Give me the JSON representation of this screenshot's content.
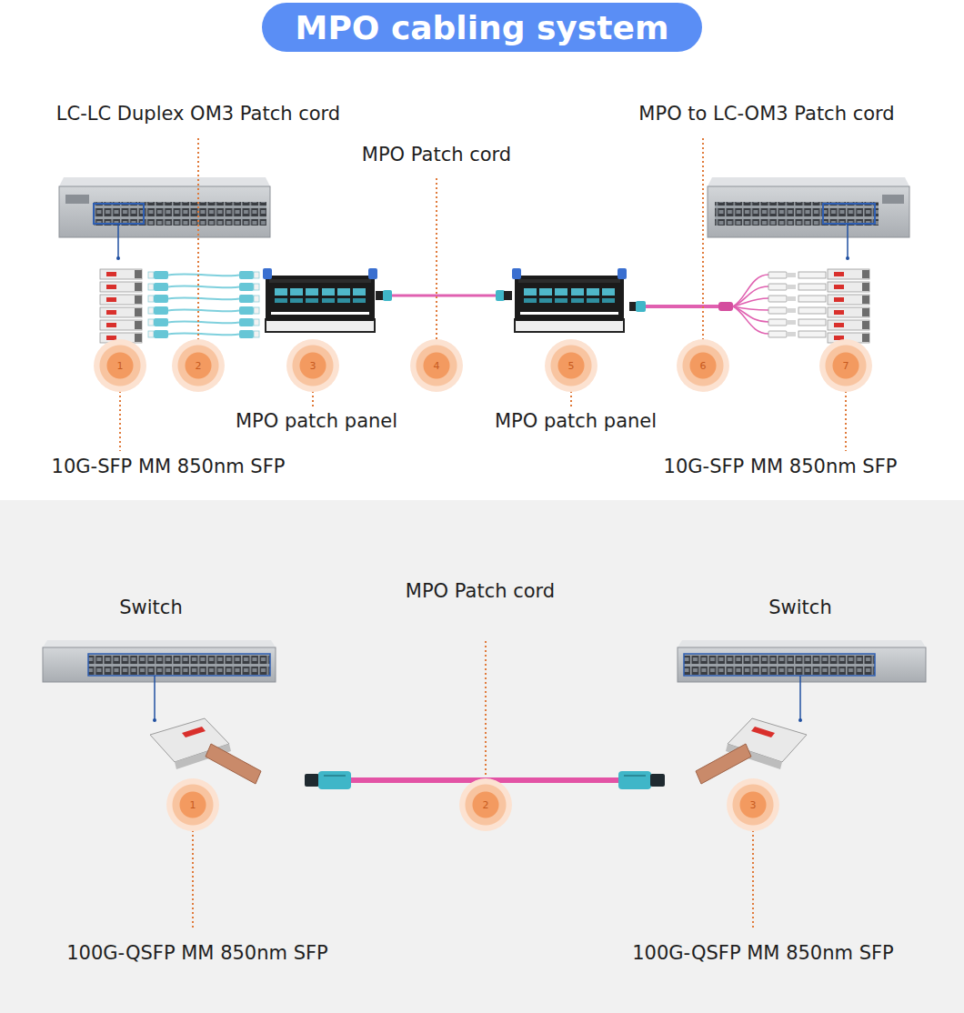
{
  "diagram": {
    "title": "MPO cabling system",
    "nodes": [
      {
        "text": [
          "1"
        ]
      },
      {
        "text": [
          "2"
        ]
      },
      {
        "text": [
          "3"
        ]
      },
      {
        "text": [
          "4"
        ]
      },
      {
        "text": [
          "5"
        ]
      },
      {
        "text": [
          "6"
        ]
      },
      {
        "text": [
          "7"
        ]
      },
      {
        "text": [
          "1"
        ]
      },
      {
        "text": [
          "2"
        ]
      },
      {
        "text": [
          "3"
        ]
      }
    ],
    "labels": [
      "LC-LC Duplex OM3 Patch cord",
      "MPO to LC-OM3 Patch cord",
      "MPO Patch cord",
      "MPO patch panel",
      "MPO patch panel",
      "10G-SFP MM 850nm SFP",
      "10G-SFP MM 850nm SFP",
      "MPO Patch cord",
      "Switch",
      "Switch",
      "100G-QSFP MM 850nm SFP",
      "100G-QSFP MM 850nm SFP"
    ]
  }
}
